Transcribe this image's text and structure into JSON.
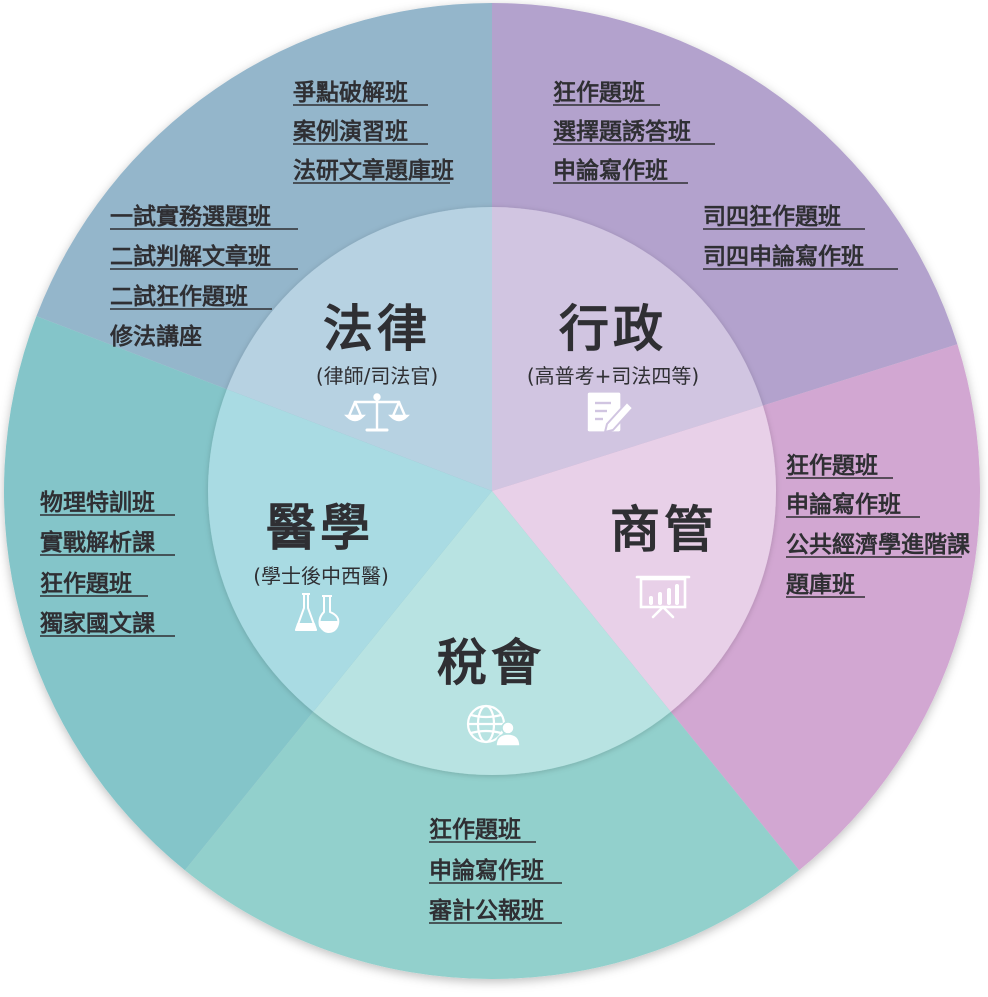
{
  "colors": {
    "law_outer": "#94b6cb",
    "admin_outer": "#b3a2cd",
    "biz_outer": "#d2a7d2",
    "tax_outer": "#92d0cc",
    "med_outer": "#84c5c9",
    "law_inner": "#b7d2e2",
    "admin_inner": "#d1c5e1",
    "biz_inner": "#e8d0e8",
    "tax_inner": "#b8e3e2",
    "med_inner": "#a9dbe3",
    "text": "#2f2f33"
  },
  "sectors": [
    {
      "id": "law",
      "title": "法律",
      "subtitle": "(律師/司法官)",
      "icon": "scales-icon",
      "courses": [
        {
          "label": "爭點破解班",
          "link": true
        },
        {
          "label": "案例演習班",
          "link": true
        },
        {
          "label": "法研文章題庫班",
          "link": true
        },
        {
          "label": "一試實務選題班",
          "link": true
        },
        {
          "label": "二試判解文章班",
          "link": true
        },
        {
          "label": "二試狂作題班",
          "link": true
        },
        {
          "label": "修法講座",
          "link": false
        }
      ]
    },
    {
      "id": "admin",
      "title": "行政",
      "subtitle": "(高普考+司法四等)",
      "icon": "edit-document-icon",
      "courses": [
        {
          "label": "狂作題班",
          "link": true
        },
        {
          "label": "選擇題誘答班",
          "link": true
        },
        {
          "label": "申論寫作班",
          "link": true
        },
        {
          "label": "司四狂作題班",
          "link": true
        },
        {
          "label": "司四申論寫作班",
          "link": true
        }
      ]
    },
    {
      "id": "biz",
      "title": "商管",
      "icon": "presentation-chart-icon",
      "courses": [
        {
          "label": "狂作題班",
          "link": true
        },
        {
          "label": "申論寫作班",
          "link": true
        },
        {
          "label": "公共經濟學進階課",
          "link": true
        },
        {
          "label": "題庫班",
          "link": true
        }
      ]
    },
    {
      "id": "tax",
      "title": "稅會",
      "icon": "globe-person-icon",
      "courses": [
        {
          "label": "狂作題班",
          "link": true
        },
        {
          "label": "申論寫作班",
          "link": true
        },
        {
          "label": "審計公報班",
          "link": true
        }
      ]
    },
    {
      "id": "med",
      "title": "醫學",
      "subtitle": "(學士後中西醫)",
      "icon": "flasks-icon",
      "courses": [
        {
          "label": "物理特訓班",
          "link": true
        },
        {
          "label": "實戰解析課",
          "link": true
        },
        {
          "label": "狂作題班",
          "link": true
        },
        {
          "label": "獨家國文課",
          "link": true
        }
      ]
    }
  ]
}
